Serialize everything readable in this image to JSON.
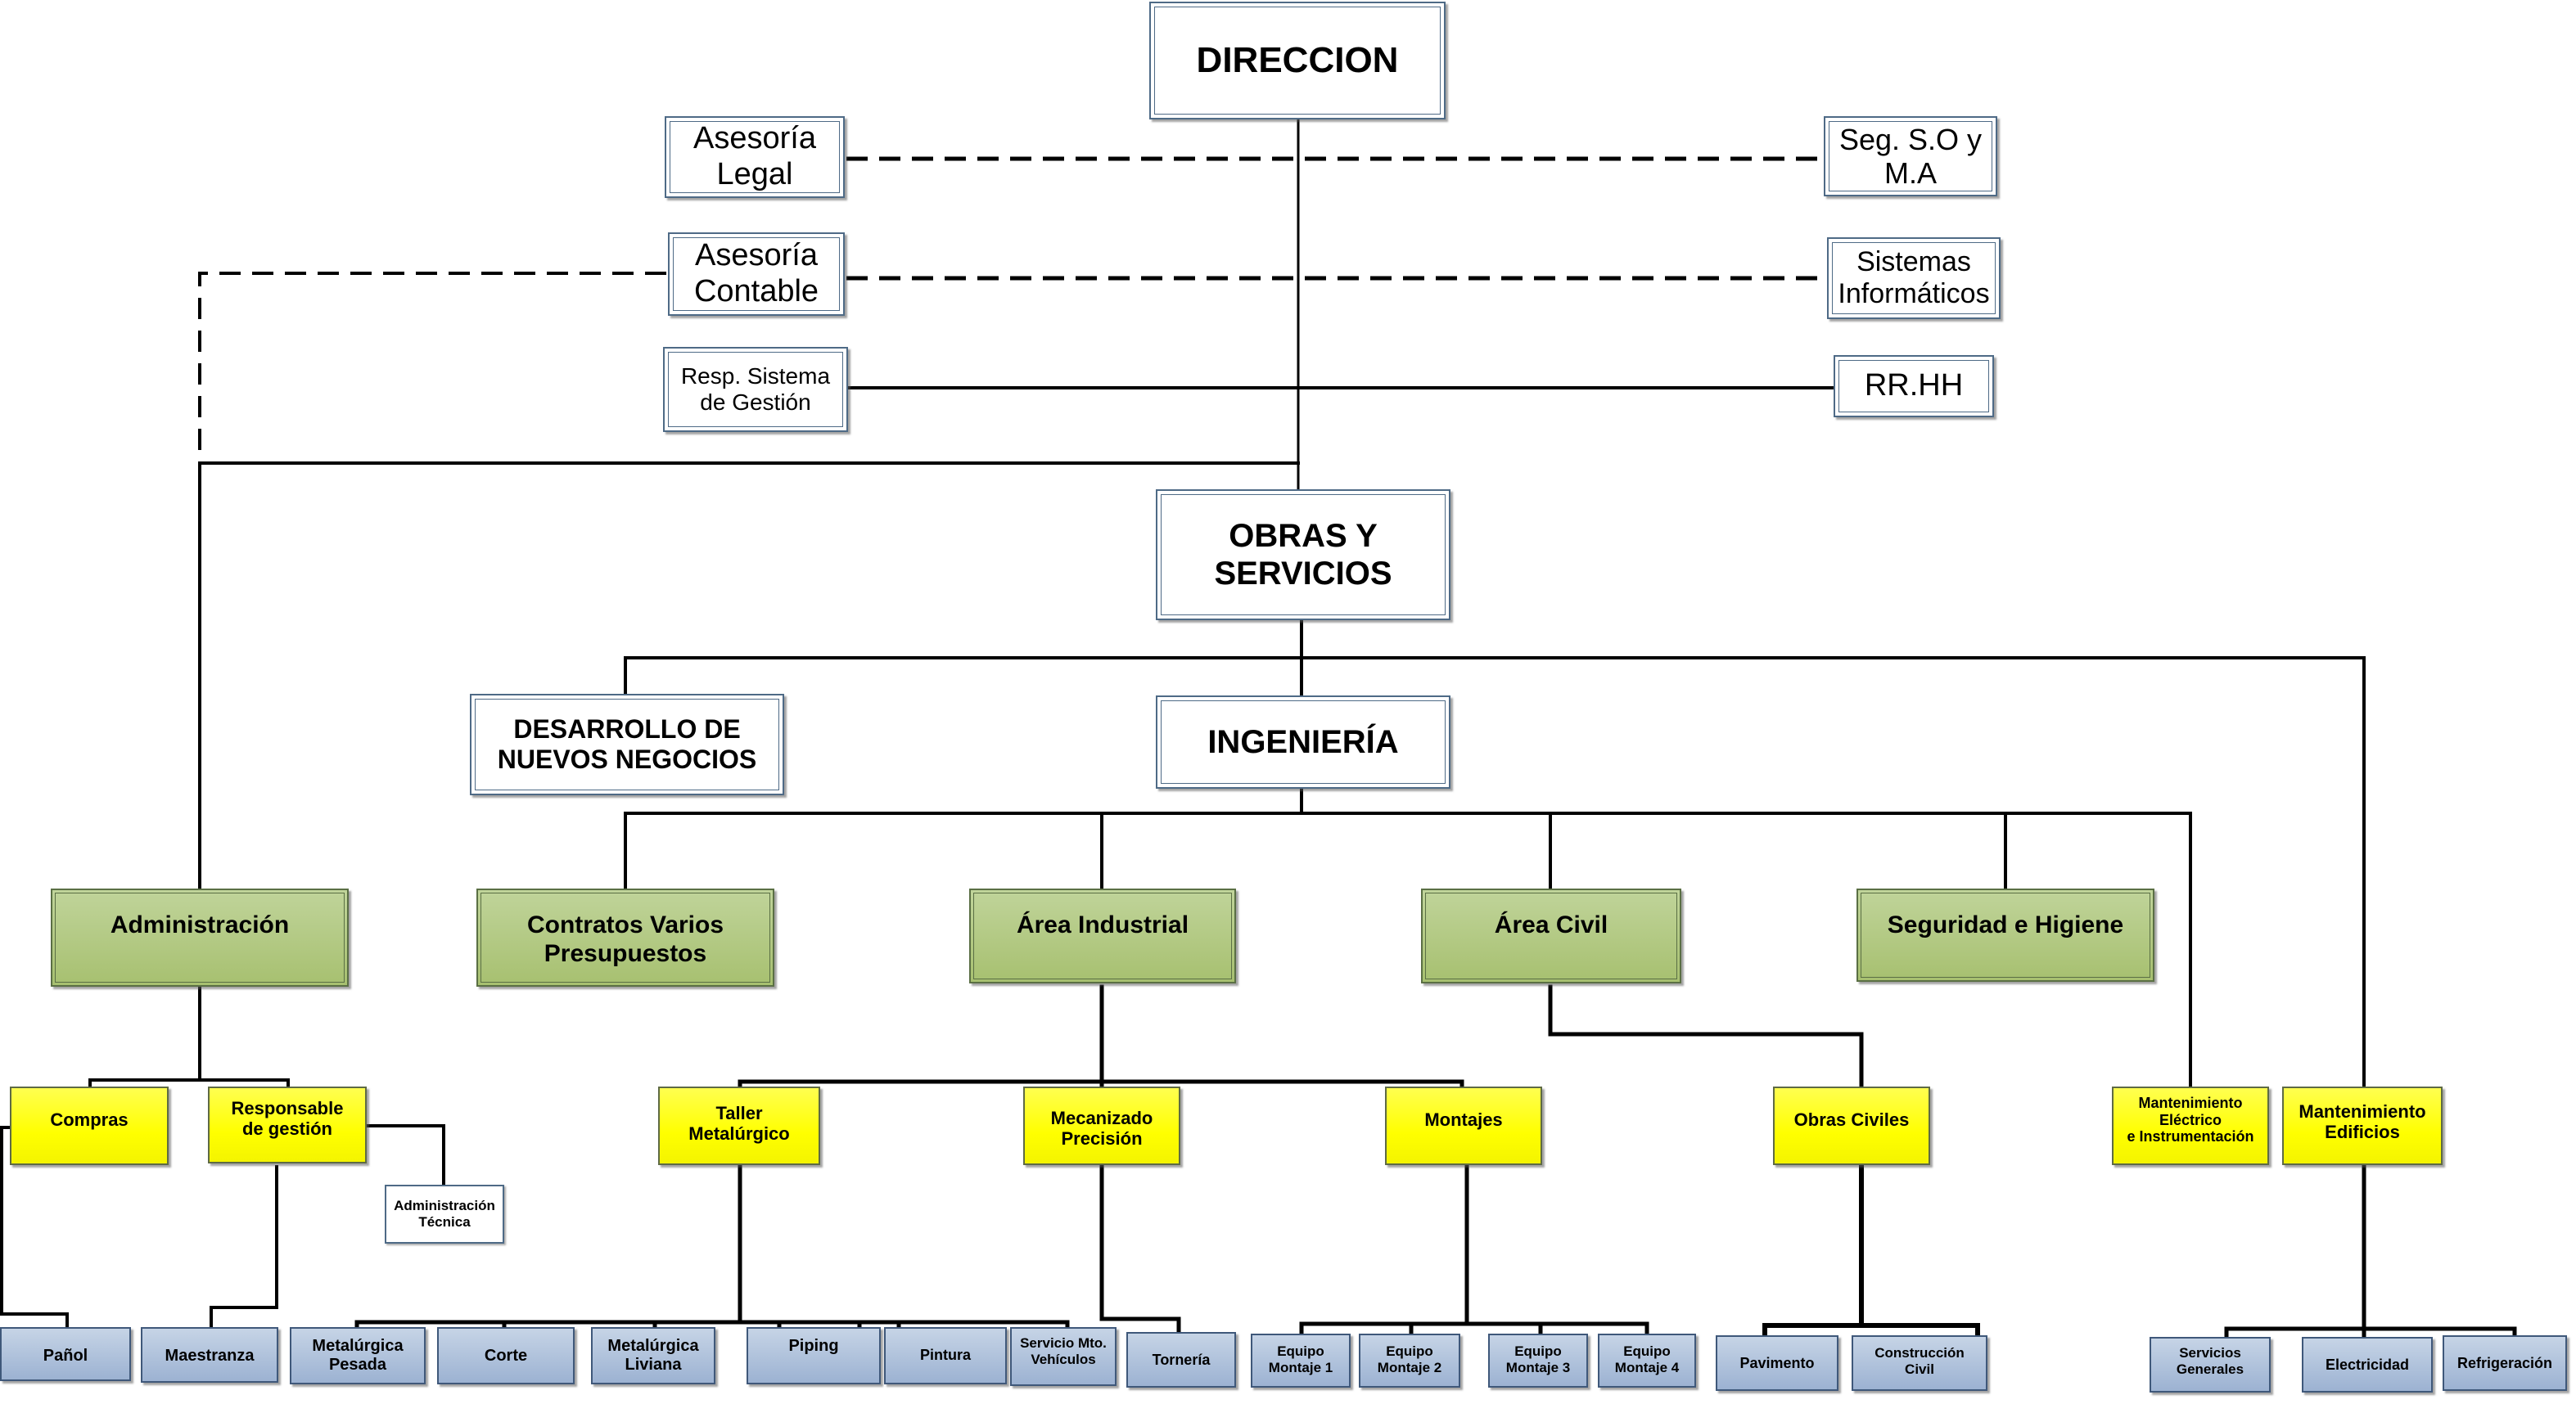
{
  "diagram": {
    "type": "org-chart",
    "line_color": "#000000",
    "colors": {
      "level_white": "#ffffff",
      "level_green": "#b3c985",
      "level_yellow": "#ffff00",
      "level_blue": "#b0c2dc",
      "border": "#4e6a86"
    }
  },
  "nodes": {
    "direccion": "DIRECCION",
    "asesoria_legal": "Asesoría\nLegal",
    "seg_so_ma": "Seg. S.O y\nM.A",
    "asesoria_contable": "Asesoría\nContable",
    "sistemas_informaticos": "Sistemas\nInformáticos",
    "resp_sistema_gestion": "Resp. Sistema\nde Gestión",
    "rrhh": "RR.HH",
    "obras_servicios": "OBRAS Y\nSERVICIOS",
    "desarrollo_negocios": "DESARROLLO DE\nNUEVOS NEGOCIOS",
    "ingenieria": "INGENIERÍA",
    "administracion": "Administración",
    "contratos": "Contratos Varios\nPresupuestos",
    "area_industrial": "Área Industrial",
    "area_civil": "Área Civil",
    "seguridad_higiene": "Seguridad e Higiene",
    "compras": "Compras",
    "responsable_gestion": "Responsable\nde gestión",
    "administracion_tecnica": "Administración\nTécnica",
    "taller_metalurgico": "Taller\nMetalúrgico",
    "mecanizado_precision": "Mecanizado\nPrecisión",
    "montajes": "Montajes",
    "obras_civiles": "Obras Civiles",
    "mant_electrico": "Mantenimiento\nEléctrico\ne Instrumentación",
    "mant_edificios": "Mantenimiento\nEdificios",
    "panol": "Pañol",
    "maestranza": "Maestranza",
    "metalurgica_pesada": "Metalúrgica\nPesada",
    "corte": "Corte",
    "metalurgica_liviana": "Metalúrgica\nLiviana",
    "piping": "Piping",
    "pintura": "Pintura",
    "servicio_mto_vehiculos": "Servicio Mto.\nVehículos",
    "torneria": "Tornería",
    "equipo_montaje_1": "Equipo\nMontaje 1",
    "equipo_montaje_2": "Equipo\nMontaje 2",
    "equipo_montaje_3": "Equipo\nMontaje 3",
    "equipo_montaje_4": "Equipo\nMontaje 4",
    "pavimento": "Pavimento",
    "construccion_civil": "Construcción\nCivil",
    "servicios_generales": "Servicios\nGenerales",
    "electricidad": "Electricidad",
    "refrigeracion": "Refrigeración"
  },
  "relations": [
    {
      "from": "direccion",
      "to": "asesoria_legal",
      "style": "dashed"
    },
    {
      "from": "direccion",
      "to": "seg_so_ma",
      "style": "dashed"
    },
    {
      "from": "direccion",
      "to": "asesoria_contable",
      "style": "dashed"
    },
    {
      "from": "direccion",
      "to": "sistemas_informaticos",
      "style": "dashed"
    },
    {
      "from": "asesoria_contable",
      "to": "administracion",
      "style": "dashed"
    },
    {
      "from": "direccion",
      "to": "resp_sistema_gestion",
      "style": "solid"
    },
    {
      "from": "direccion",
      "to": "rrhh",
      "style": "solid"
    },
    {
      "from": "direccion",
      "to": "administracion",
      "style": "solid"
    },
    {
      "from": "direccion",
      "to": "obras_servicios",
      "style": "solid"
    },
    {
      "from": "obras_servicios",
      "to": "desarrollo_negocios",
      "style": "solid"
    },
    {
      "from": "obras_servicios",
      "to": "ingenieria",
      "style": "solid"
    },
    {
      "from": "obras_servicios",
      "to": "mant_edificios",
      "style": "solid"
    },
    {
      "from": "ingenieria",
      "to": "contratos",
      "style": "solid"
    },
    {
      "from": "ingenieria",
      "to": "area_industrial",
      "style": "solid"
    },
    {
      "from": "ingenieria",
      "to": "area_civil",
      "style": "solid"
    },
    {
      "from": "ingenieria",
      "to": "seguridad_higiene",
      "style": "solid"
    },
    {
      "from": "ingenieria",
      "to": "mant_electrico",
      "style": "solid"
    },
    {
      "from": "administracion",
      "to": "compras",
      "style": "solid"
    },
    {
      "from": "administracion",
      "to": "responsable_gestion",
      "style": "solid"
    },
    {
      "from": "responsable_gestion",
      "to": "administracion_tecnica",
      "style": "solid"
    },
    {
      "from": "compras",
      "to": "panol",
      "style": "solid"
    },
    {
      "from": "responsable_gestion",
      "to": "maestranza",
      "style": "solid"
    },
    {
      "from": "area_industrial",
      "to": "taller_metalurgico",
      "style": "solid"
    },
    {
      "from": "area_industrial",
      "to": "mecanizado_precision",
      "style": "solid"
    },
    {
      "from": "area_industrial",
      "to": "montajes",
      "style": "solid"
    },
    {
      "from": "area_civil",
      "to": "obras_civiles",
      "style": "solid"
    },
    {
      "from": "taller_metalurgico",
      "to": "metalurgica_pesada",
      "style": "solid"
    },
    {
      "from": "taller_metalurgico",
      "to": "corte",
      "style": "solid"
    },
    {
      "from": "taller_metalurgico",
      "to": "metalurgica_liviana",
      "style": "solid"
    },
    {
      "from": "taller_metalurgico",
      "to": "piping",
      "style": "solid"
    },
    {
      "from": "taller_metalurgico",
      "to": "pintura",
      "style": "solid"
    },
    {
      "from": "taller_metalurgico",
      "to": "servicio_mto_vehiculos",
      "style": "solid"
    },
    {
      "from": "mecanizado_precision",
      "to": "torneria",
      "style": "solid"
    },
    {
      "from": "montajes",
      "to": "equipo_montaje_1",
      "style": "solid"
    },
    {
      "from": "montajes",
      "to": "equipo_montaje_2",
      "style": "solid"
    },
    {
      "from": "montajes",
      "to": "equipo_montaje_3",
      "style": "solid"
    },
    {
      "from": "montajes",
      "to": "equipo_montaje_4",
      "style": "solid"
    },
    {
      "from": "obras_civiles",
      "to": "pavimento",
      "style": "solid"
    },
    {
      "from": "obras_civiles",
      "to": "construccion_civil",
      "style": "solid"
    },
    {
      "from": "mant_edificios",
      "to": "servicios_generales",
      "style": "solid"
    },
    {
      "from": "mant_edificios",
      "to": "electricidad",
      "style": "solid"
    },
    {
      "from": "mant_edificios",
      "to": "refrigeracion",
      "style": "solid"
    }
  ]
}
